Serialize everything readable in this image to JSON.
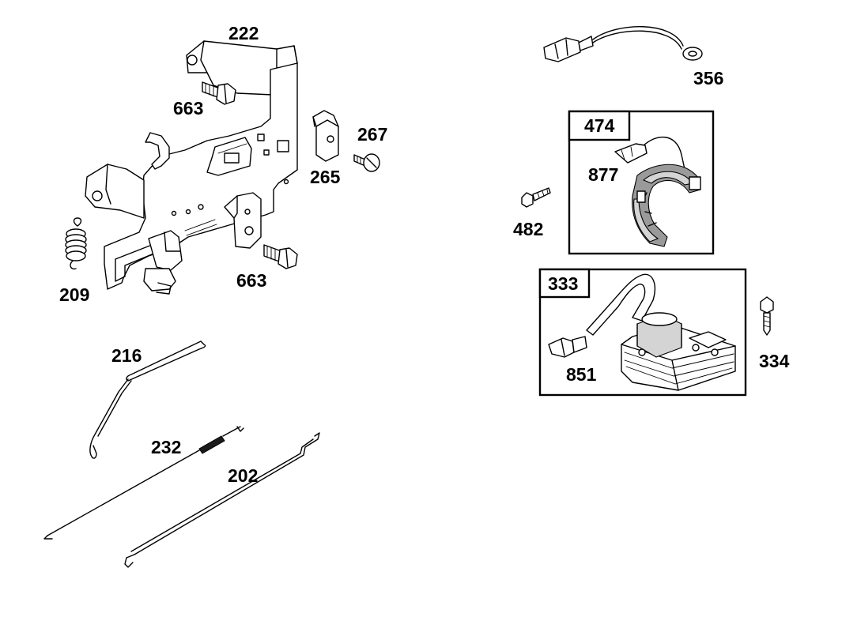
{
  "parts": {
    "p222": "222",
    "p663a": "663",
    "p663b": "663",
    "p267": "267",
    "p265": "265",
    "p209": "209",
    "p216": "216",
    "p232": "232",
    "p202": "202",
    "p356": "356",
    "p474": "474",
    "p877": "877",
    "p482": "482",
    "p333": "333",
    "p851": "851",
    "p334": "334"
  }
}
